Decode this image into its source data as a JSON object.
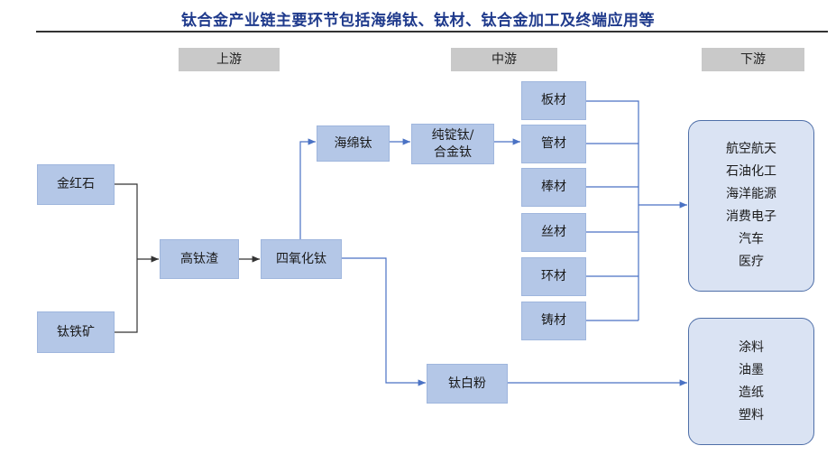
{
  "title": "钛合金产业链主要环节包括海绵钛、钛材、钛合金加工及终端应用等",
  "stages": {
    "upstream": "上游",
    "midstream": "中游",
    "downstream": "下游"
  },
  "nodes": {
    "rutile": "金红石",
    "ilmenite": "钛铁矿",
    "high_ti_slag": "高钛渣",
    "ticl4": "四氧化钛",
    "sponge_ti": "海绵钛",
    "ingot": "纯锭钛/\n合金钛",
    "tio2": "钛白粉"
  },
  "products": [
    "板材",
    "管材",
    "棒材",
    "丝材",
    "环材",
    "铸材"
  ],
  "applications_alloy": [
    "航空航天",
    "石油化工",
    "海洋能源",
    "消费电子",
    "汽车",
    "医疗"
  ],
  "applications_pigment": [
    "涂料",
    "油墨",
    "造纸",
    "塑料"
  ],
  "colors": {
    "title": "#1f3a8c",
    "box": "#b4c7e7",
    "rounded_box": "#dae3f3",
    "arrow": "#4a72c4",
    "line": "#333333"
  }
}
